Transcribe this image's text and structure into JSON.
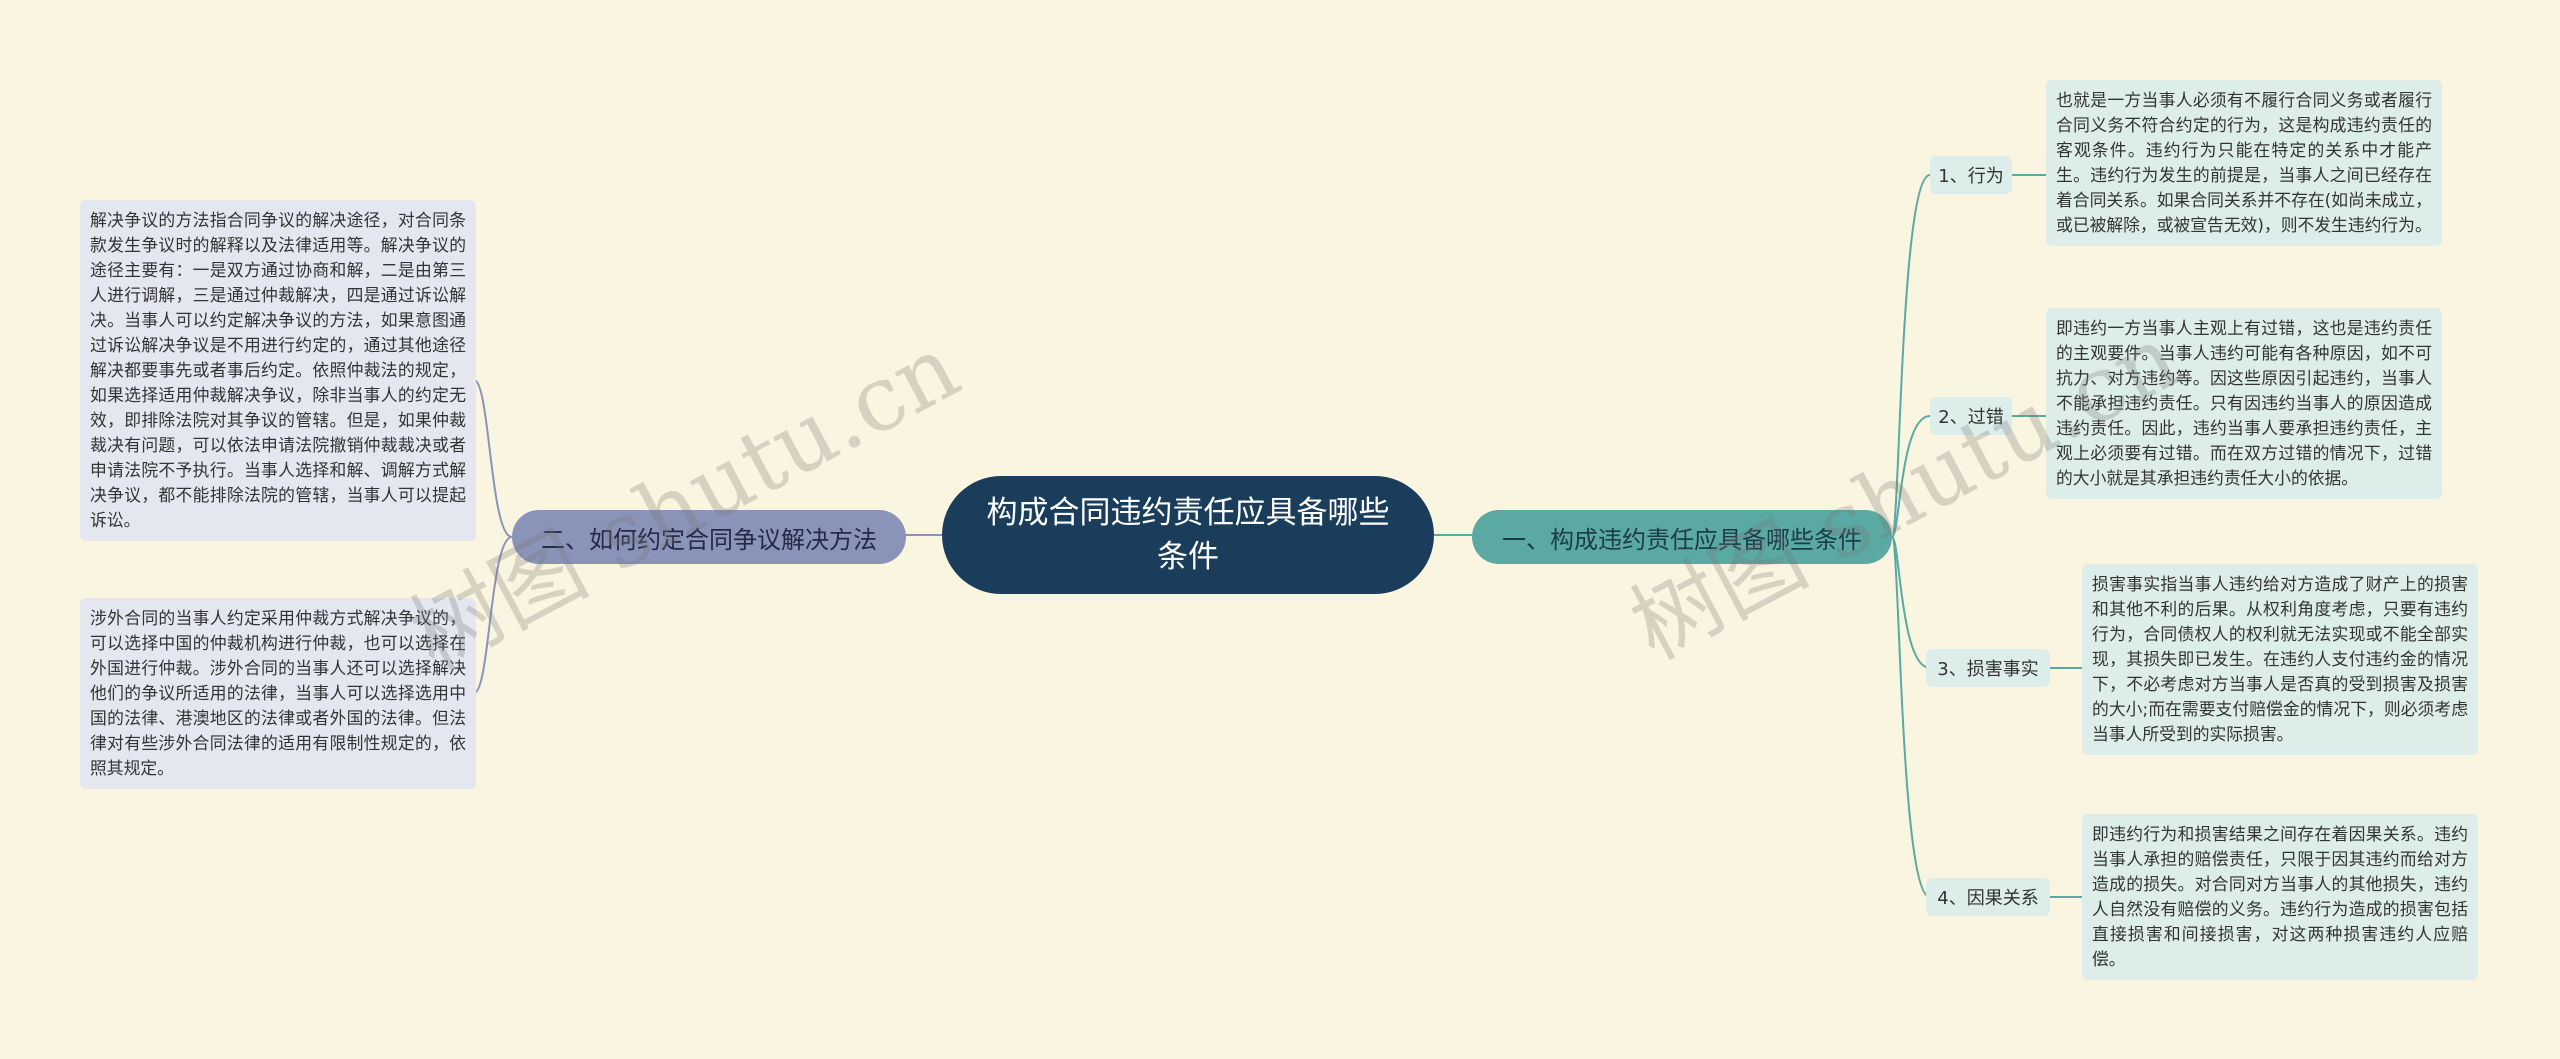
{
  "center": {
    "title": "构成合同违约责任应具备哪些条件"
  },
  "right_branch": {
    "label": "一、构成违约责任应具备哪些条件",
    "items": [
      {
        "label": "1、行为",
        "text": "也就是一方当事人必须有不履行合同义务或者履行合同义务不符合约定的行为，这是构成违约责任的客观条件。违约行为只能在特定的关系中才能产生。违约行为发生的前提是，当事人之间已经存在着合同关系。如果合同关系并不存在(如尚未成立，或已被解除，或被宣告无效)，则不发生违约行为。"
      },
      {
        "label": "2、过错",
        "text": "即违约一方当事人主观上有过错，这也是违约责任的主观要件。当事人违约可能有各种原因，如不可抗力、对方违约等。因这些原因引起违约，当事人不能承担违约责任。只有因违约当事人的原因造成违约责任。因此，违约当事人要承担违约责任，主观上必须要有过错。而在双方过错的情况下，过错的大小就是其承担违约责任大小的依据。"
      },
      {
        "label": "3、损害事实",
        "text": "损害事实指当事人违约给对方造成了财产上的损害和其他不利的后果。从权利角度考虑，只要有违约行为，合同债权人的权利就无法实现或不能全部实现，其损失即已发生。在违约人支付违约金的情况下，不必考虑对方当事人是否真的受到损害及损害的大小;而在需要支付赔偿金的情况下，则必须考虑当事人所受到的实际损害。"
      },
      {
        "label": "4、因果关系",
        "text": "即违约行为和损害结果之间存在着因果关系。违约当事人承担的赔偿责任，只限于因其违约而给对方造成的损失。对合同对方当事人的其他损失，违约人自然没有赔偿的义务。违约行为造成的损害包括直接损害和间接损害，对这两种损害违约人应赔偿。"
      }
    ]
  },
  "left_branch": {
    "label": "二、如何约定合同争议解决方法",
    "items": [
      {
        "text": "解决争议的方法指合同争议的解决途径，对合同条款发生争议时的解释以及法律适用等。解决争议的途径主要有：一是双方通过协商和解，二是由第三人进行调解，三是通过仲裁解决，四是通过诉讼解决。当事人可以约定解决争议的方法，如果意图通过诉讼解决争议是不用进行约定的，通过其他途径解决都要事先或者事后约定。依照仲裁法的规定，如果选择适用仲裁解决争议，除非当事人的约定无效，即排除法院对其争议的管辖。但是，如果仲裁裁决有问题，可以依法申请法院撤销仲裁裁决或者申请法院不予执行。当事人选择和解、调解方式解决争议，都不能排除法院的管辖，当事人可以提起诉讼。"
      },
      {
        "text": "涉外合同的当事人约定采用仲裁方式解决争议的，可以选择中国的仲裁机构进行仲裁，也可以选择在外国进行仲裁。涉外合同的当事人还可以选择解决他们的争议所适用的法律，当事人可以选择选用中国的法律、港澳地区的法律或者外国的法律。但法律对有些涉外合同法律的适用有限制性规定的，依照其规定。"
      }
    ]
  },
  "watermarks": [
    "树图 shutu.cn",
    "树图 shutu.cn"
  ],
  "colors": {
    "background": "#faf5e0",
    "center": "#1a3d5c",
    "right_branch": "#5aa9a3",
    "left_branch": "#8a93b8",
    "line_right": "#5aa9a3",
    "line_left": "#8a93b8"
  }
}
